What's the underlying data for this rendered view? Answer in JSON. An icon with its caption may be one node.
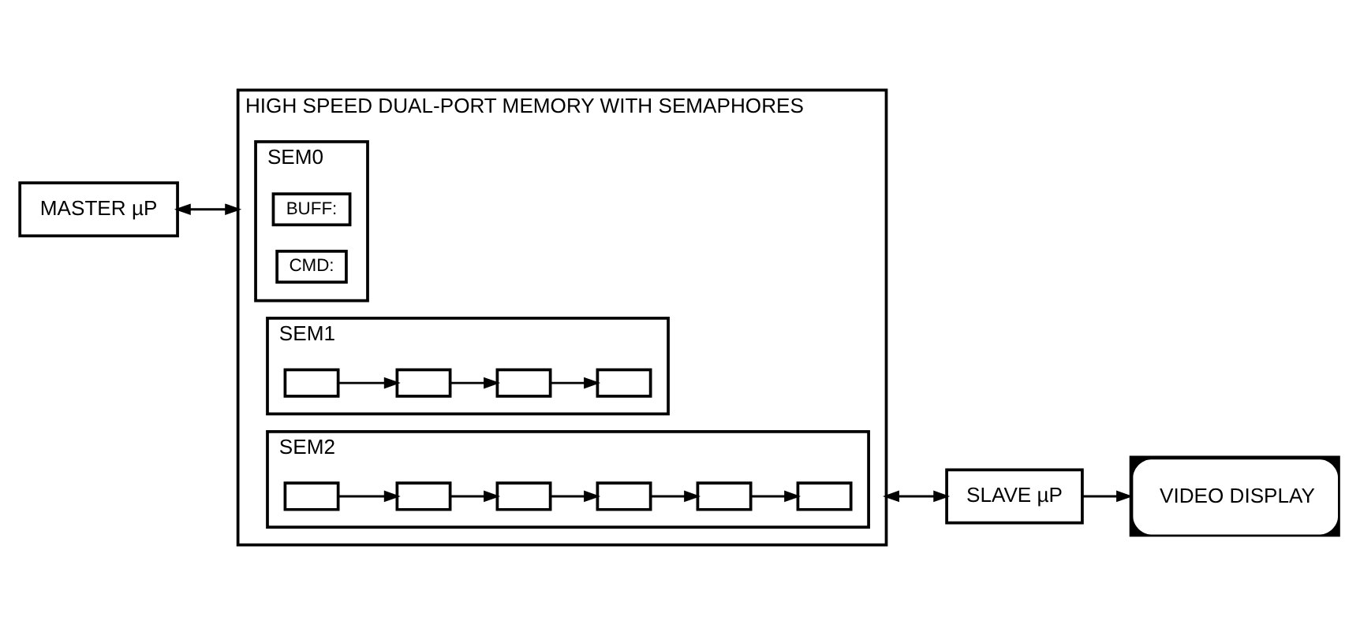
{
  "diagram": {
    "nodes": [
      {
        "text": [
          "MASTER µP"
        ]
      },
      {
        "text": [
          "HIGH SPEED DUAL-PORT MEMORY WITH SEMAPHORES"
        ]
      },
      {
        "text": [
          "SEM0"
        ],
        "in": 1
      },
      {
        "text": [
          "BUFF:"
        ],
        "in": 2
      },
      {
        "text": [
          "CMD:"
        ],
        "in": 2
      },
      {
        "text": [
          "SEM1"
        ],
        "in": 1
      },
      {
        "text": [],
        "shape": "box",
        "in": 5
      },
      {
        "text": [],
        "shape": "box",
        "in": 5
      },
      {
        "text": [],
        "shape": "box",
        "in": 5
      },
      {
        "text": [],
        "shape": "box",
        "in": 5
      },
      {
        "text": [
          "SEM2"
        ],
        "in": 1
      },
      {
        "text": [],
        "shape": "box",
        "in": 10
      },
      {
        "text": [],
        "shape": "box",
        "in": 10
      },
      {
        "text": [],
        "shape": "box",
        "in": 10
      },
      {
        "text": [],
        "shape": "box",
        "in": 10
      },
      {
        "text": [],
        "shape": "box",
        "in": 10
      },
      {
        "text": [],
        "shape": "box",
        "in": 10
      },
      {
        "text": [
          "SLAVE µP"
        ]
      },
      {
        "text": [
          "VIDEO DISPLAY"
        ]
      }
    ],
    "edges": [
      {
        "from": 0,
        "to": 1,
        "arrow": "both"
      },
      {
        "from": 1,
        "to": 17,
        "arrow": "both"
      },
      {
        "from": 17,
        "to": 18,
        "arrow": "to"
      },
      {
        "from": 6,
        "to": 7,
        "arrow": "to"
      },
      {
        "from": 7,
        "to": 8,
        "arrow": "to"
      },
      {
        "from": 8,
        "to": 9,
        "arrow": "to"
      },
      {
        "from": 11,
        "to": 12,
        "arrow": "to"
      },
      {
        "from": 12,
        "to": 13,
        "arrow": "to"
      },
      {
        "from": 13,
        "to": 14,
        "arrow": "to"
      },
      {
        "from": 14,
        "to": 15,
        "arrow": "to"
      },
      {
        "from": 15,
        "to": 16,
        "arrow": "to"
      }
    ]
  }
}
